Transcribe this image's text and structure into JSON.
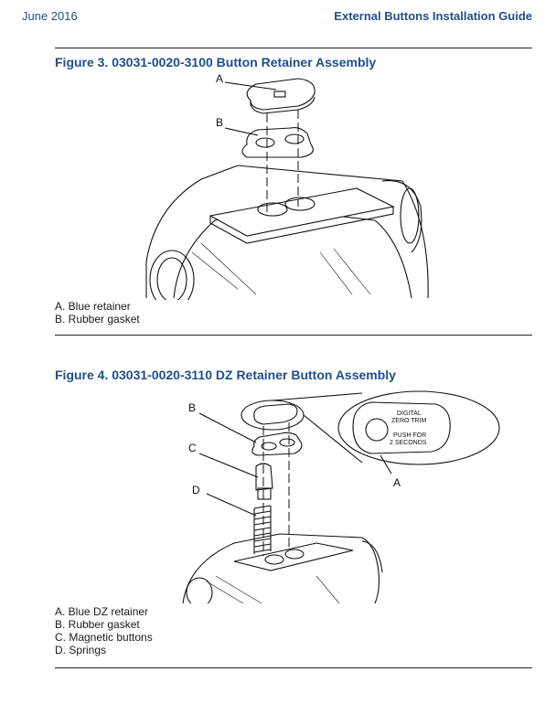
{
  "header": {
    "date": "June 2016",
    "doc_title": "External Buttons Installation Guide"
  },
  "figure3": {
    "title": "Figure 3.  03031-0020-3100 Button Retainer Assembly",
    "callouts": [
      "A",
      "B"
    ],
    "legend": [
      "A. Blue retainer",
      "B. Rubber gasket"
    ]
  },
  "figure4": {
    "title": "Figure 4.  03031-0020-3110 DZ Retainer Button Assembly",
    "callouts": [
      "B",
      "C",
      "D",
      "A"
    ],
    "detail_text": {
      "line1": "DIGITAL",
      "line2": "ZERO TRIM",
      "line3": "PUSH FOR",
      "line4": "2 SECONDS"
    },
    "legend": [
      "A. Blue DZ retainer",
      "B. Rubber gasket",
      "C. Magnetic buttons",
      "D. Springs"
    ]
  }
}
